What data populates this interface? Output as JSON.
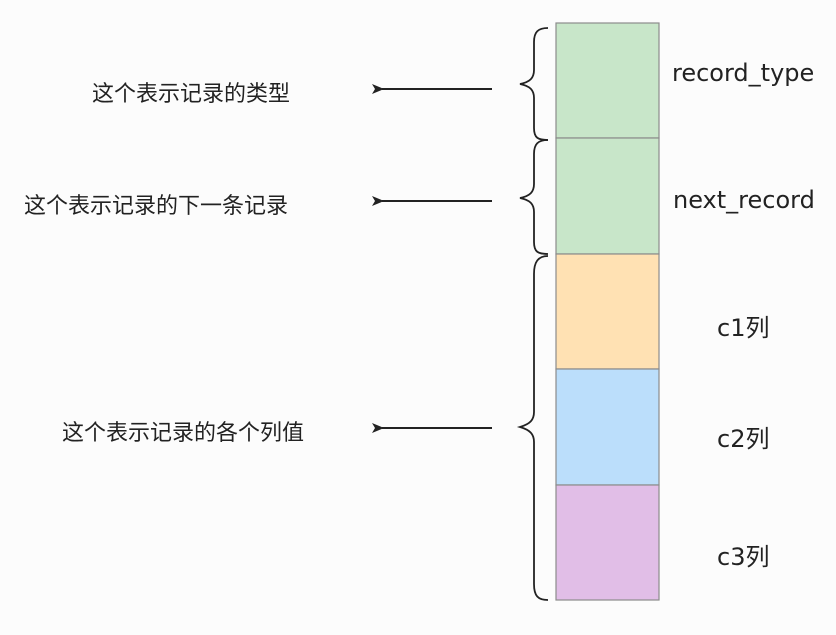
{
  "descriptions": [
    {
      "text": "这个表示记录的类型"
    },
    {
      "text": "这个表示记录的下一条记录"
    },
    {
      "text": "这个表示记录的各个列值"
    }
  ],
  "fields": [
    {
      "label": "record_type",
      "color": "#c8e6c9"
    },
    {
      "label": "next_record",
      "color": "#c8e6c9"
    },
    {
      "label": "c1列",
      "color": "#ffe1b3"
    },
    {
      "label": "c2列",
      "color": "#bbdefb"
    },
    {
      "label": "c3列",
      "color": "#e1bee7"
    }
  ],
  "colors": {
    "border": "#8c8c8c",
    "arrow": "#222222",
    "brace": "#222222"
  }
}
